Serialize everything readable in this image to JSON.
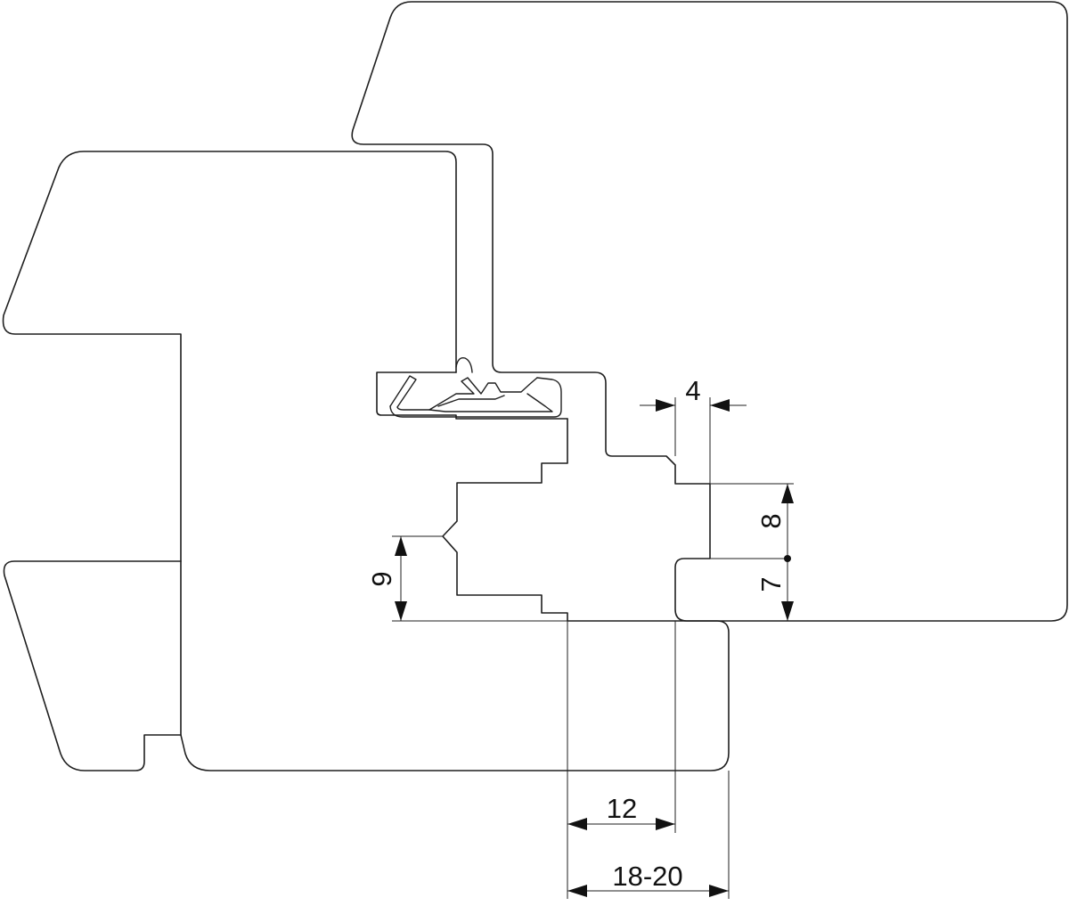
{
  "dimensions": {
    "top": "4",
    "right_upper": "8",
    "right_lower": "7",
    "left": "9",
    "bottom_inner": "12",
    "bottom_outer": "18-20"
  }
}
